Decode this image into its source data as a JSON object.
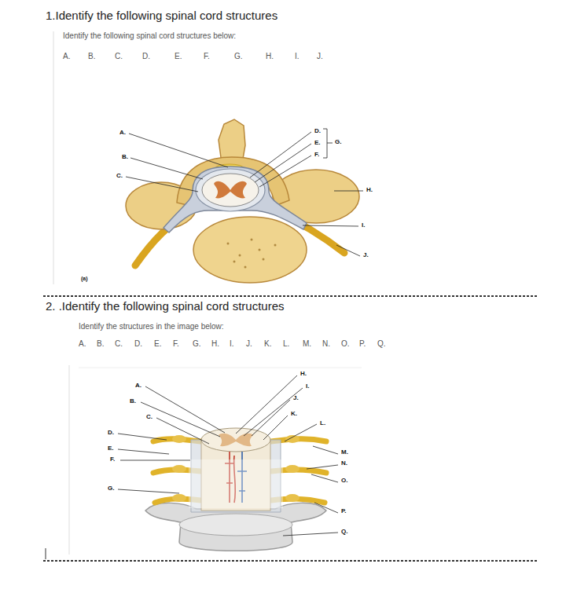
{
  "diagram": {
    "labels": [
      "1.Identify the following spinal cord structures",
      "Identify the following spinal cord structures below:",
      "A.",
      "B.",
      "C.",
      "D.",
      "E.",
      "F.",
      "G.",
      "H.",
      "I.",
      "J.",
      "A.",
      "B.",
      "C.",
      "D.",
      "E.",
      "F.",
      "G.",
      "H.",
      "I.",
      "J.",
      "(a)",
      "2. .Identify the following spinal cord structures",
      "Identify the structures in the image below:",
      "A.",
      "B.",
      "C.",
      "D.",
      "E.",
      "F.",
      "G.",
      "H.",
      "I.",
      "J.",
      "K.",
      "L.",
      "M.",
      "N.",
      "O.",
      "P.",
      "Q.",
      "A.",
      "B.",
      "C.",
      "D.",
      "E.",
      "F.",
      "G.",
      "H.",
      "I.",
      "J.",
      "K.",
      "L.",
      "M.",
      "N.",
      "O.",
      "P.",
      "Q."
    ]
  }
}
